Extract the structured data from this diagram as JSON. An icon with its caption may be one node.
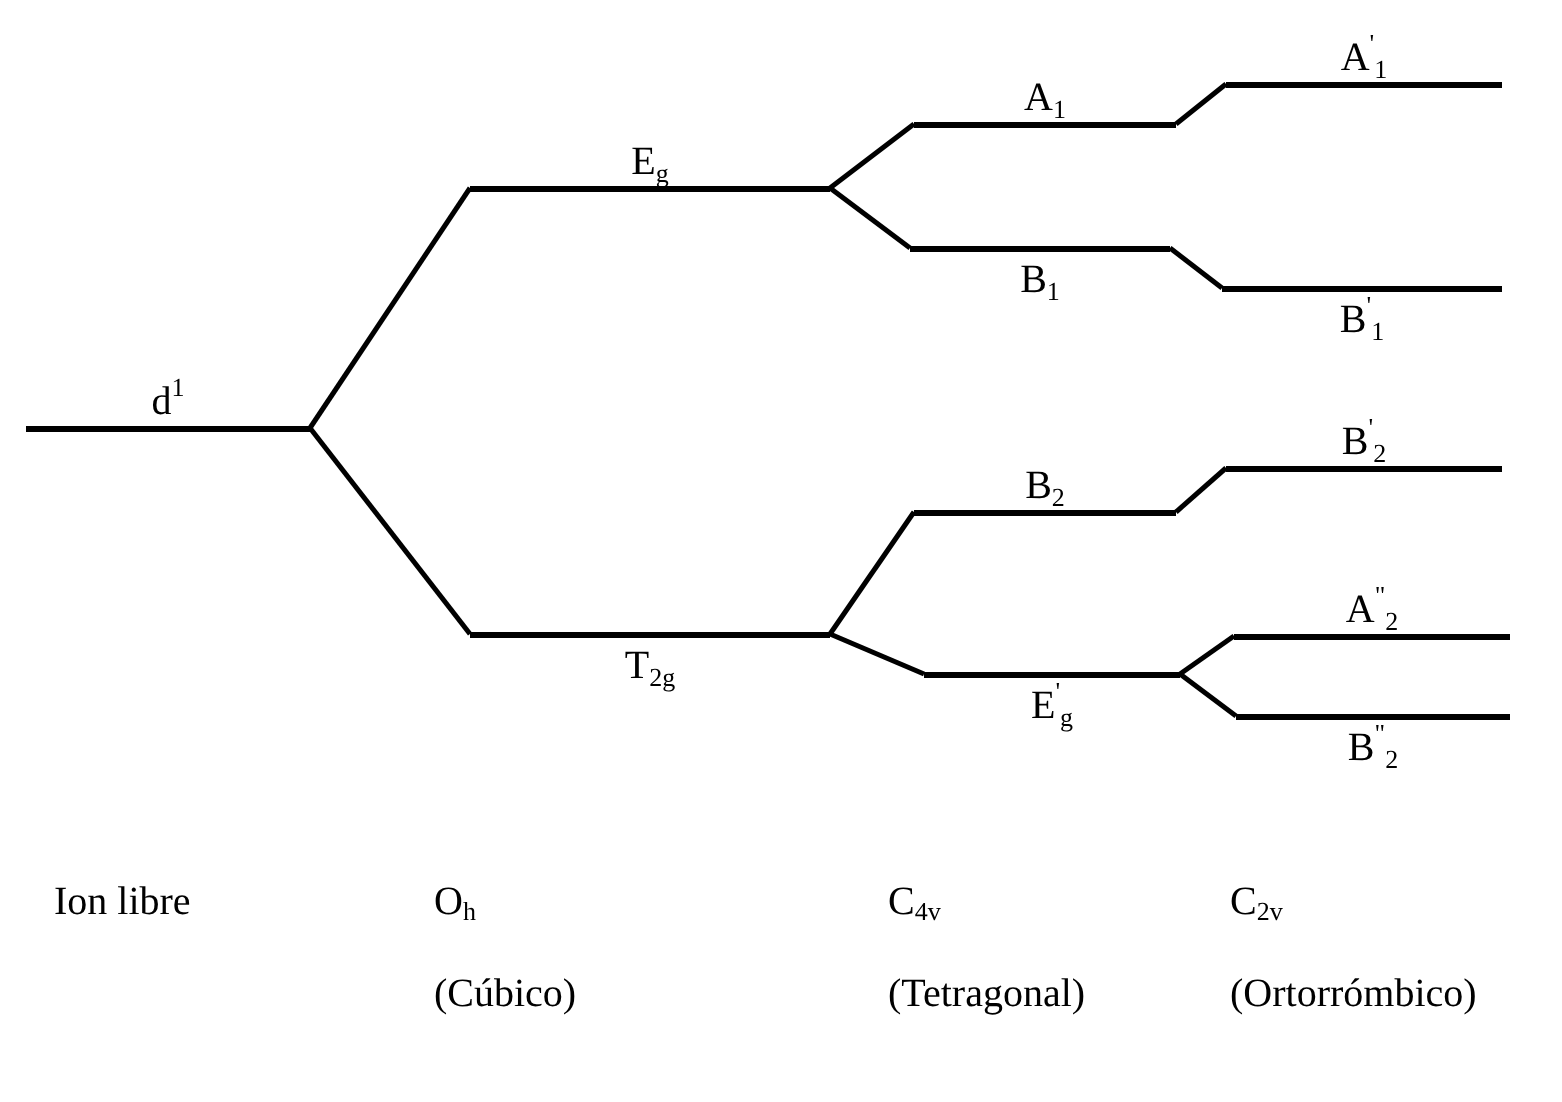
{
  "diagram": {
    "nodes": [
      {
        "text": [
          "d$^{1}$"
        ]
      },
      {
        "text": [
          "E$_{g}$"
        ]
      },
      {
        "text": [
          "T$_{2g}$"
        ]
      },
      {
        "text": [
          "A$_{1}$"
        ]
      },
      {
        "text": [
          "B$_{1}$"
        ]
      },
      {
        "text": [
          "B$_{2}$"
        ]
      },
      {
        "text": [
          "E$^{'}$$_{g}$"
        ]
      },
      {
        "text": [
          "A$^{'}$$_{1}$"
        ]
      },
      {
        "text": [
          "B$^{'}$$_{1}$"
        ]
      },
      {
        "text": [
          "B$^{'}$$_{2}$"
        ]
      },
      {
        "text": [
          "A$^{\"}$$_{2}$"
        ]
      },
      {
        "text": [
          "B$^{\"}$$_{2}$"
        ]
      }
    ],
    "edges": [
      {
        "from": 0,
        "to": 1,
        "arrow": "none"
      },
      {
        "from": 0,
        "to": 2,
        "arrow": "none"
      },
      {
        "from": 1,
        "to": 3,
        "arrow": "none"
      },
      {
        "from": 1,
        "to": 4,
        "arrow": "none"
      },
      {
        "from": 2,
        "to": 5,
        "arrow": "none"
      },
      {
        "from": 2,
        "to": 6,
        "arrow": "none"
      },
      {
        "from": 3,
        "to": 7,
        "arrow": "none"
      },
      {
        "from": 4,
        "to": 8,
        "arrow": "none"
      },
      {
        "from": 5,
        "to": 9,
        "arrow": "none"
      },
      {
        "from": 6,
        "to": 10,
        "arrow": "none"
      },
      {
        "from": 6,
        "to": 11,
        "arrow": "none"
      }
    ],
    "labels": [
      "Ion libre",
      "O$_{h}$",
      "C$_{4v}$",
      "C$_{2v}$",
      "(Cúbico)",
      "(Tetragonal)",
      "(Ortorrómbico)"
    ]
  }
}
